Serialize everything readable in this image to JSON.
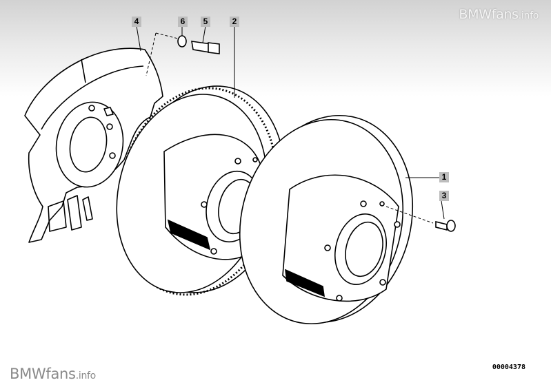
{
  "watermark": {
    "brand": "BMWfans",
    "tld": ".info"
  },
  "drawing_number": "00004378",
  "callouts": [
    {
      "id": "1",
      "label": "1"
    },
    {
      "id": "2",
      "label": "2"
    },
    {
      "id": "3",
      "label": "3"
    },
    {
      "id": "4",
      "label": "4"
    },
    {
      "id": "5",
      "label": "5"
    },
    {
      "id": "6",
      "label": "6"
    }
  ],
  "colors": {
    "line": "#000000",
    "callout_bg": "#bdbdbd",
    "background_top": "#d2d2d2",
    "background": "#ffffff"
  }
}
